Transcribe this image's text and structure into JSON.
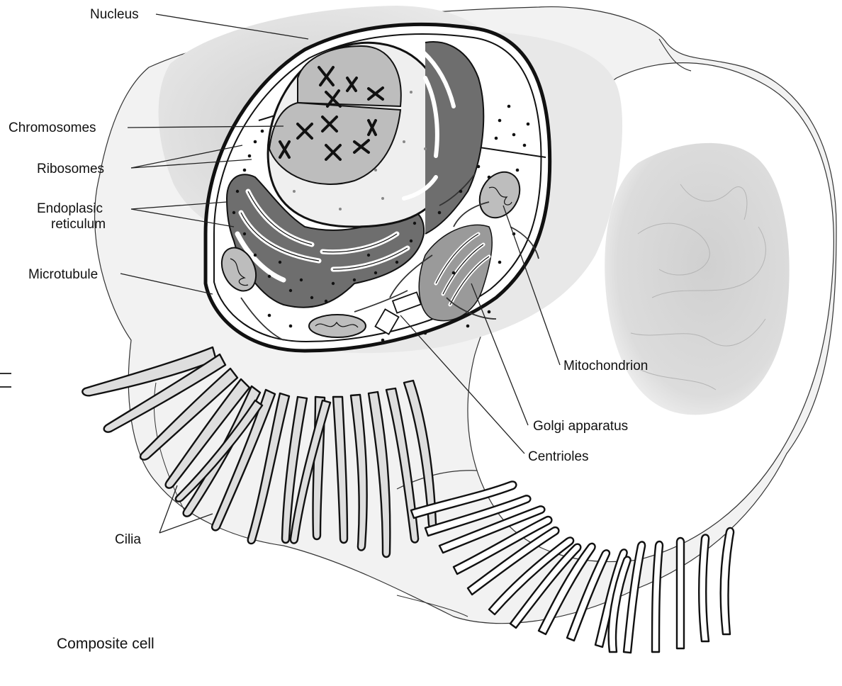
{
  "labels": {
    "nucleus": "Nucleus",
    "chromosomes": "Chromosomes",
    "ribosomes": "Ribosomes",
    "endoplasmic_line1": "Endoplasic",
    "endoplasmic_line2": "reticulum",
    "microtubule": "Microtubule",
    "mitochondrion": "Mitochondrion",
    "golgi": "Golgi apparatus",
    "centrioles": "Centrioles",
    "cilia": "Cilia"
  },
  "caption": "Composite cell",
  "colors": {
    "background": "#ffffff",
    "outline": "#111111",
    "light_gray": "#e6e6e6",
    "mid_gray": "#cfcfcf",
    "dark_gray": "#6e6e6e",
    "blob_gray": "#d4d4d4"
  }
}
